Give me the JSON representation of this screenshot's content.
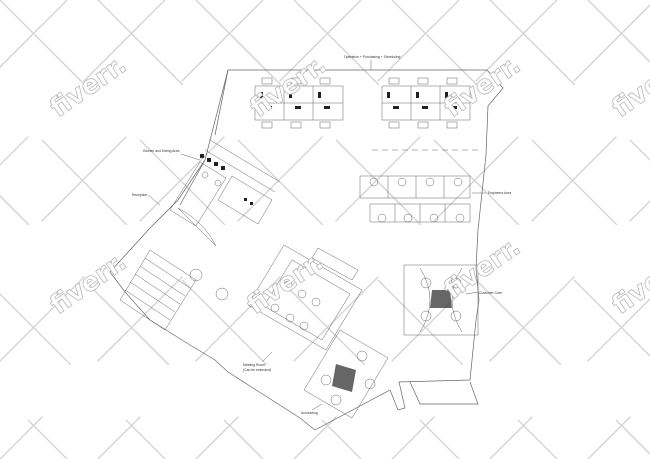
{
  "labels": {
    "operations": "Operation + Purchasing + Scheduling",
    "kitchen": "Kitchen and Eating Area",
    "reception": "Reception",
    "engineers": "Engineers Area",
    "customer_care": "Customer Care",
    "meeting_line1": "Meeting Room",
    "meeting_line2": "(Can be extended)",
    "accounting": "Accounting"
  },
  "watermark": {
    "text": "fiverr."
  },
  "colors": {
    "line": "#666666",
    "dark_fixture": "#222222",
    "watermark_stroke": "#b9b9b9",
    "background": "#ffffff"
  }
}
